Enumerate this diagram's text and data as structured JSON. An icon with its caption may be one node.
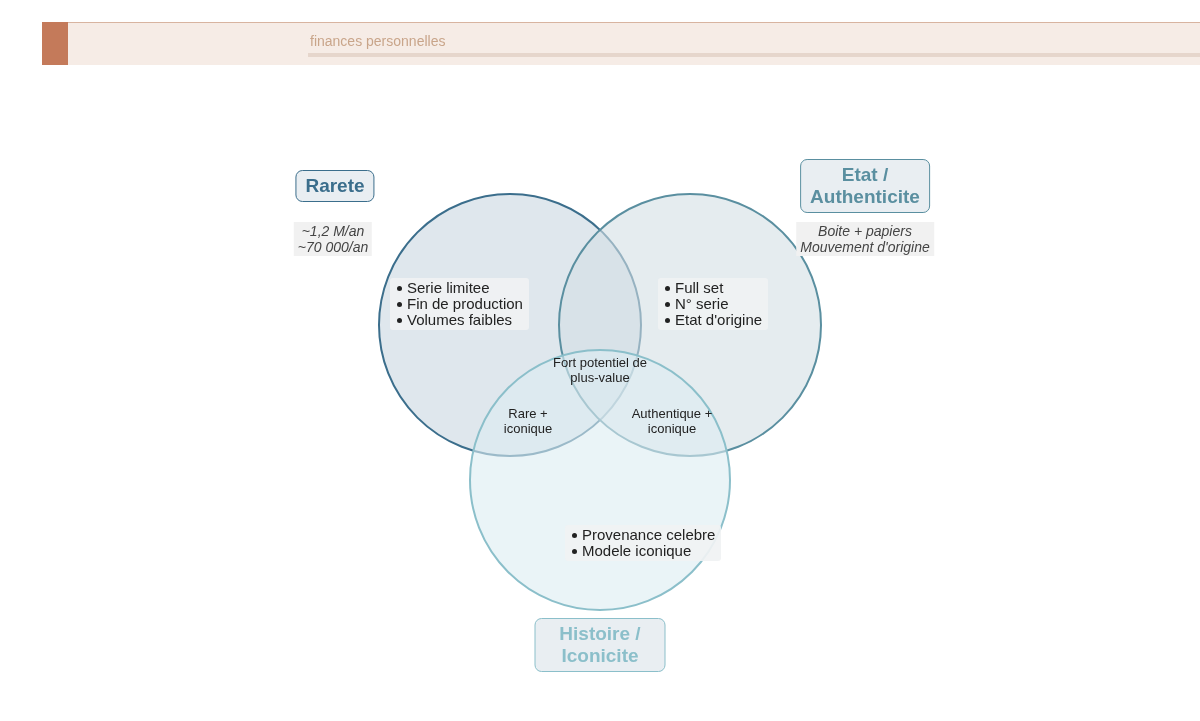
{
  "diagram": {
    "nodes": [
      {
        "text": [
          "Rarete",
          "Serie limitee",
          "Fin de production",
          "Volumes faibles"
        ],
        "beside": [
          "~1,2 M/an",
          "~70 000/an"
        ]
      },
      {
        "text": [
          "Etat / Authenticite",
          "Full set",
          "N° serie",
          "Etat d'origine"
        ],
        "beside": [
          "Boite + papiers",
          "Mouvement d'origine"
        ]
      },
      {
        "text": [
          "Provenance celebre",
          "Modele iconique",
          "Histoire / Iconicite"
        ]
      }
    ],
    "edges": [],
    "labels": [
      "finances personnelles",
      "Fort potentiel de plus-value",
      "Rare + iconique",
      "Authentique + iconique"
    ]
  }
}
